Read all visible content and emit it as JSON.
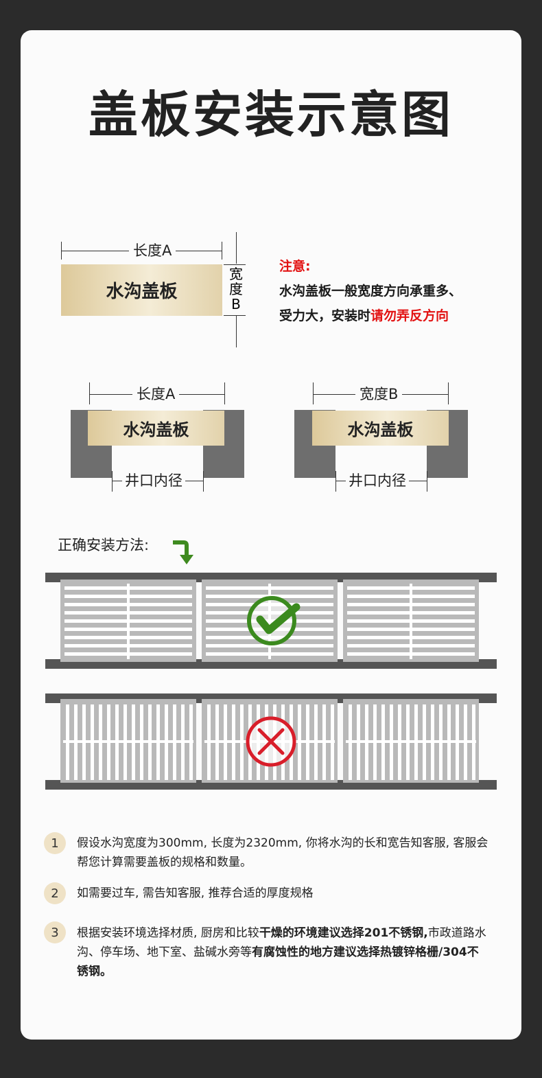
{
  "title": "盖板安装示意图",
  "top_diagram": {
    "length_label": "长度A",
    "width_label": "宽度B",
    "plate_label": "水沟盖板"
  },
  "note": {
    "heading": "注意:",
    "line1": "水沟盖板一般宽度方向承重多、",
    "line2_prefix": "受力大，安装时",
    "line2_warning": "请勿弄反方向"
  },
  "section_diagrams": [
    {
      "top_label": "长度A",
      "plate_label": "水沟盖板",
      "bottom_label": "井口内径"
    },
    {
      "top_label": "宽度B",
      "plate_label": "水沟盖板",
      "bottom_label": "井口内径"
    }
  ],
  "install": {
    "heading": "正确安装方法:",
    "correct_mark": "check-icon",
    "wrong_mark": "cross-icon",
    "colors": {
      "correct": "#3b8a1e",
      "wrong": "#d81e2a"
    }
  },
  "tips": [
    {
      "num": "1",
      "text": "假设水沟宽度为300mm, 长度为2320mm, 你将水沟的长和宽告知客服, 客服会帮您计算需要盖板的规格和数量。"
    },
    {
      "num": "2",
      "text": "如需要过车, 需告知客服, 推荐合适的厚度规格"
    },
    {
      "num": "3",
      "text_a": "根据安装环境选择材质, 厨房和比较",
      "text_b": "干燥的环境建议选择201不锈钢,",
      "text_c": "市政道路水沟、停车场、地下室、盐碱水旁等",
      "text_d": "有腐蚀性的地方建议选择热镀锌格栅/304不锈钢。"
    }
  ]
}
